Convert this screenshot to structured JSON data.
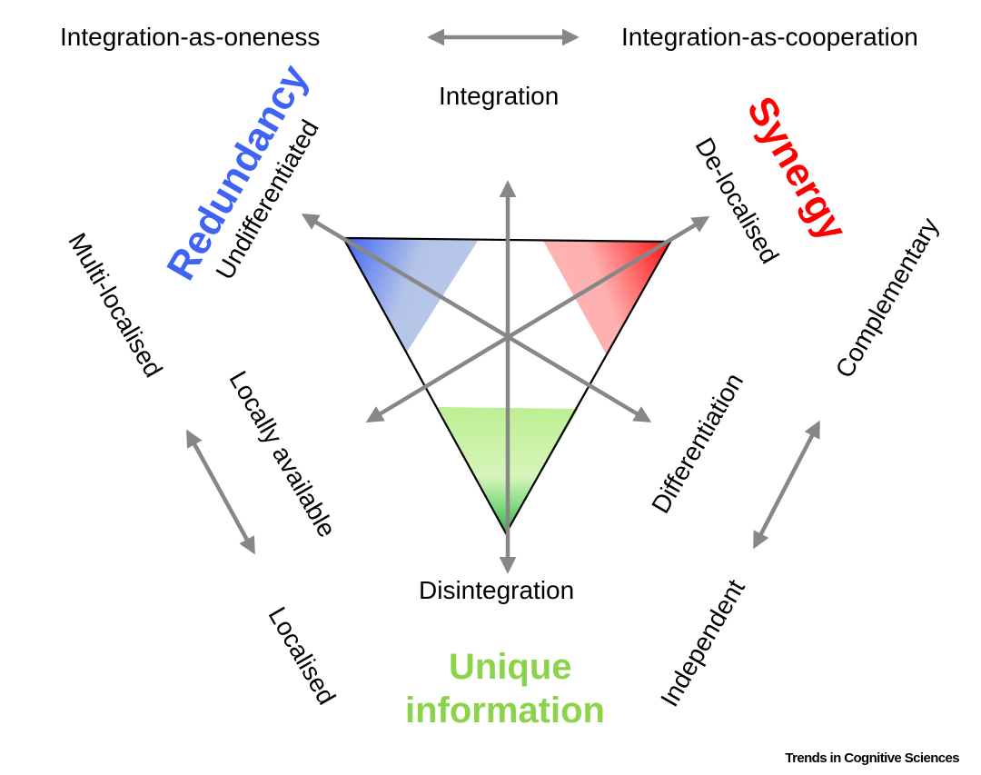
{
  "colors": {
    "redundancy": "#3f64f4",
    "synergy": "#ff0000",
    "unique": "#8cd34c",
    "arrow": "#878787"
  },
  "top_axis": {
    "left_label": "Integration-as-oneness",
    "right_label": "Integration-as-cooperation",
    "arrow_icon": "double-arrow-horizontal"
  },
  "axes": {
    "integration": "Integration",
    "disintegration": "Disintegration",
    "undifferentiated": "Undifferentiated",
    "de_localised": "De-localised",
    "locally_available": "Locally available",
    "differentiation": "Differentiation"
  },
  "categories": {
    "redundancy": "Redundancy",
    "synergy": "Synergy",
    "unique_line1": "Unique",
    "unique_line2": "information"
  },
  "left_axis": {
    "top_label": "Multi-localised",
    "bottom_label": "Localised"
  },
  "right_axis": {
    "top_label": "Complementary",
    "bottom_label": "Independent"
  },
  "credit": "Trends in Cognitive Sciences"
}
